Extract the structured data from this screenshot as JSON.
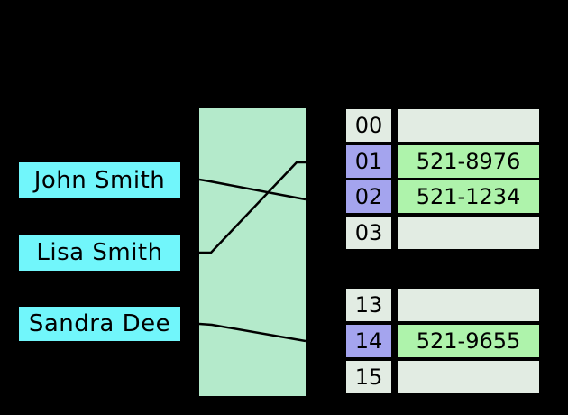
{
  "colors": {
    "background": "#000000",
    "key_fill": "#71f6fb",
    "hash_fill": "#b4eacb",
    "index_highlight": "#a4a4ee",
    "value_fill": "#aef3ab",
    "cell_empty": "#e2ece3",
    "line": "#000000",
    "text": "#000000"
  },
  "keys": [
    {
      "label": "John Smith"
    },
    {
      "label": "Lisa Smith"
    },
    {
      "label": "Sandra Dee"
    }
  ],
  "buckets": {
    "rows": [
      {
        "index": "00",
        "value": "",
        "filled": false
      },
      {
        "index": "01",
        "value": "521-8976",
        "filled": true
      },
      {
        "index": "02",
        "value": "521-1234",
        "filled": true
      },
      {
        "index": "03",
        "value": "",
        "filled": false
      },
      {
        "index": "13",
        "value": "",
        "filled": false
      },
      {
        "index": "14",
        "value": "521-9655",
        "filled": true
      },
      {
        "index": "15",
        "value": "",
        "filled": false
      }
    ]
  },
  "mappings": [
    {
      "key": "John Smith",
      "bucket": "02"
    },
    {
      "key": "Lisa Smith",
      "bucket": "01"
    },
    {
      "key": "Sandra Dee",
      "bucket": "14"
    }
  ]
}
